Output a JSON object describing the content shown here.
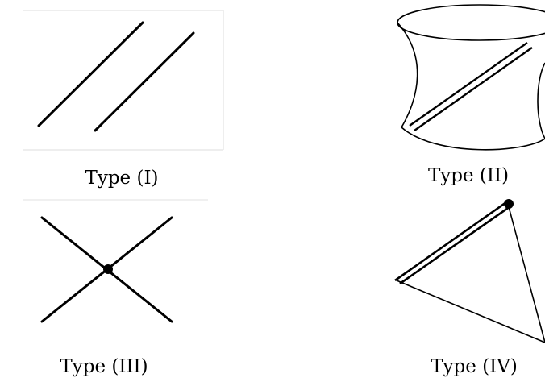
{
  "figures": [
    {
      "id": "type-i",
      "caption": "Type (I)"
    },
    {
      "id": "type-ii",
      "caption": "Type (II)"
    },
    {
      "id": "type-iii",
      "caption": "Type (III)"
    },
    {
      "id": "type-iv",
      "caption": "Type (IV)"
    }
  ]
}
